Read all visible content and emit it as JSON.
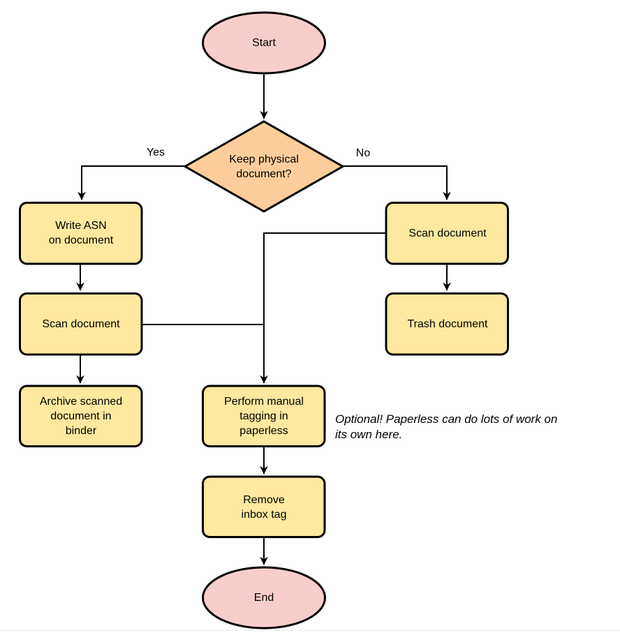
{
  "colors": {
    "terminator_fill": "#f8cecc",
    "process_fill": "#ffe8a0",
    "decision_fill": "#fdce9c",
    "stroke": "#000000"
  },
  "nodes": {
    "start": {
      "label": "Start"
    },
    "decision": {
      "label": "Keep physical\ndocument?"
    },
    "write_asn": {
      "label": "Write ASN\non document"
    },
    "scan_left": {
      "label": "Scan document"
    },
    "archive": {
      "label": "Archive scanned\ndocument in\nbinder"
    },
    "scan_right": {
      "label": "Scan document"
    },
    "trash": {
      "label": "Trash document"
    },
    "tagging": {
      "label": "Perform manual\ntagging in\npaperless"
    },
    "remove_inbox": {
      "label": "Remove\ninbox tag"
    },
    "end": {
      "label": "End"
    }
  },
  "edge_labels": {
    "yes": "Yes",
    "no": "No"
  },
  "annotation": {
    "text": "Optional! Paperless can do lots of work on\nits own here."
  }
}
